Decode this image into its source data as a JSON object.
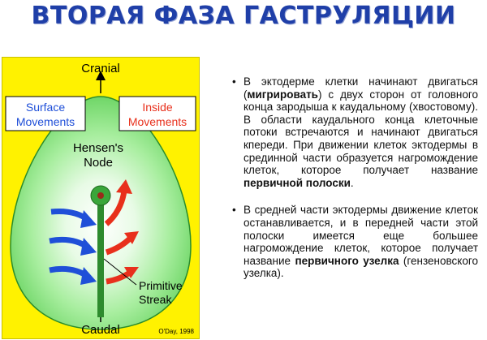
{
  "title": "ВТОРАЯ ФАЗА ГАСТРУЛЯЦИИ",
  "figure": {
    "cranial": "Cranial",
    "caudal": "Caudal",
    "surface_line1": "Surface",
    "surface_line2": "Movements",
    "inside_line1": "Inside",
    "inside_line2": "Movements",
    "hensen_line1": "Hensen's",
    "hensen_line2": "Node",
    "primitive_line1": "Primitive",
    "primitive_line2": "Streak",
    "credit": "O'Day, 1998",
    "colors": {
      "background": "#fff200",
      "embryo": "#8ee68a",
      "streak": "#2e8b2e",
      "surface_arrow": "#1f4fd8",
      "inside_arrow": "#e8301c"
    }
  },
  "paragraphs": [
    {
      "bullet": "•",
      "t1": "В эктодерме клетки начинают двигаться (",
      "b1": "мигрировать",
      "t2": ") с двух сторон от головного конца зародыша к каудальному (хвостовому). В области каудального конца клеточные потоки встречаются и начинают двигаться кпереди. При движении клеток эктодермы в срединной части образуется нагромождение клеток, которое получает название ",
      "b2": "первичной полоски",
      "t3": "."
    },
    {
      "bullet": "•",
      "t1": "В средней части эктодермы движение клеток останавливается, и в передней части этой полоски имеется еще большее нагромождение клеток, которое получает название ",
      "b1": "первичного узелка",
      "t2": " (гензеновского узелка)."
    }
  ]
}
